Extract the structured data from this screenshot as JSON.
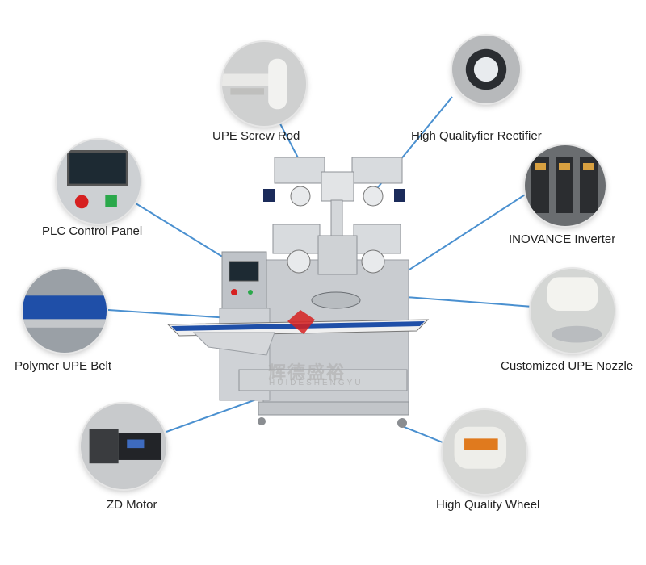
{
  "callouts": {
    "upe_screw_rod": "UPE Screw Rod",
    "rectifier": "High Qualityfier Rectifier",
    "plc_panel": "PLC Control Panel",
    "inverter": "INOVANCE Inverter",
    "belt": "Polymer UPE Belt",
    "nozzle": "Customized UPE Nozzle",
    "motor": "ZD Motor",
    "wheel": "High Quality Wheel"
  },
  "colors": {
    "leader_line": "#4a90d0",
    "belt_blue": "#1f4fa8",
    "brand_red": "#d62020",
    "steel": "#c9ccd0"
  },
  "watermark": {
    "cn": "辉德盛裕",
    "en": "HUIDESHENGYU"
  }
}
